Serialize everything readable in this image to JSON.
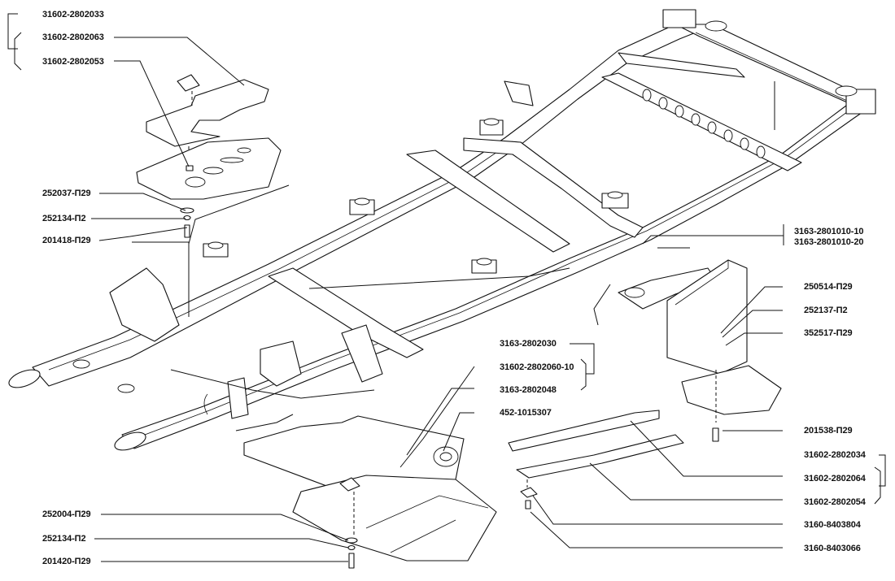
{
  "diagram": {
    "title": "Frame and protective shields assembly — exploded parts diagram",
    "labels": {
      "tl_1": "31602-2802033",
      "tl_2": "31602-2802063",
      "tl_3": "31602-2802053",
      "l_washer": "252037-П29",
      "l_lockwasher": "252134-П2",
      "l_bolt": "201418-П29",
      "r_frame_a": "3163-2801010-10",
      "r_frame_b": "3163-2801010-20",
      "r_bolt_250514": "250514-П29",
      "r_washer_252137": "252137-П2",
      "r_nut_352517": "352517-П29",
      "c_shield_3163": "3163-2802030",
      "c_shield_31602": "31602-2802060-10",
      "c_shield_2048": "3163-2802048",
      "c_ring": "452-1015307",
      "r_bolt_201538": "201538-П29",
      "r_shield_2034": "31602-2802034",
      "r_shield_2064": "31602-2802064",
      "r_shield_2054": "31602-2802054",
      "r_clip_8403804": "3160-8403804",
      "r_screw_8403066": "3160-8403066",
      "bl_washer": "252004-П29",
      "bl_lockwasher": "252134-П2",
      "bl_bolt": "201420-П29"
    },
    "colors": {
      "ink": "#111111",
      "background": "#ffffff"
    }
  }
}
